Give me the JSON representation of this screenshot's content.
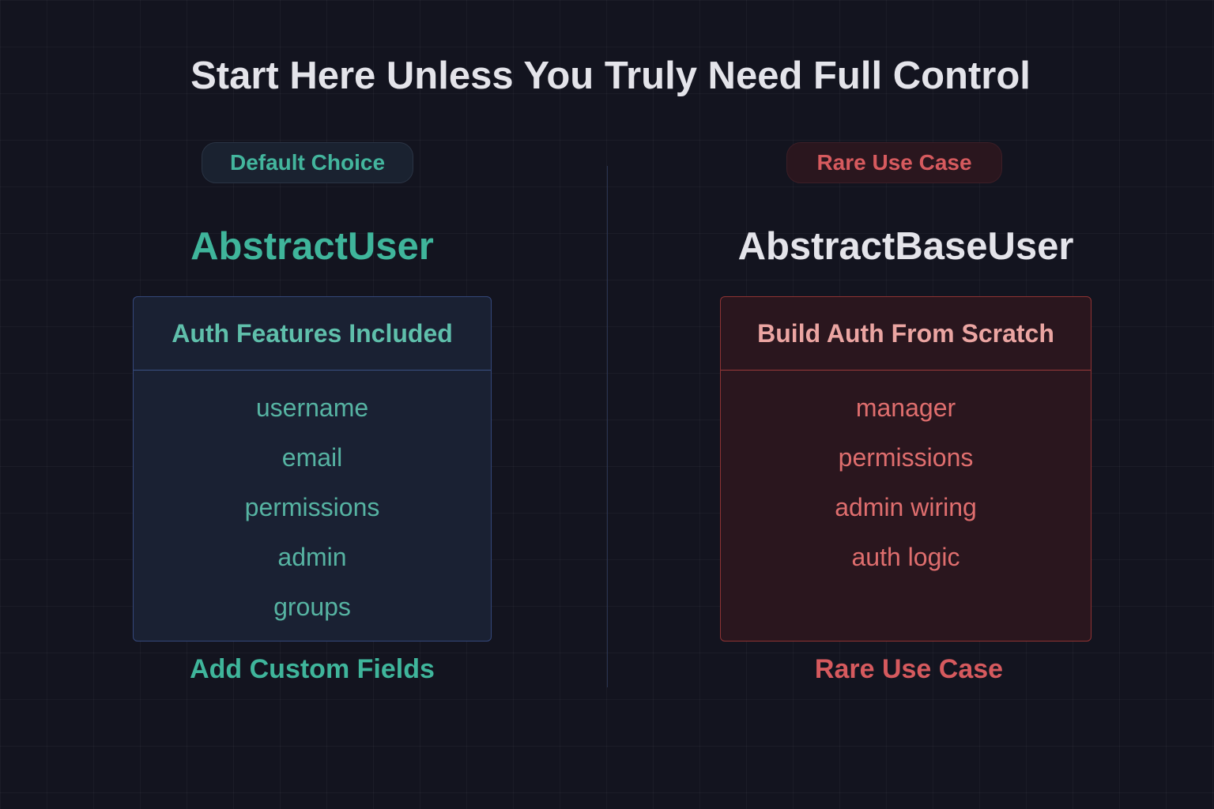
{
  "title": "Start Here Unless You Truly Need Full Control",
  "left": {
    "badge": "Default Choice",
    "heading": "AbstractUser",
    "card_title": "Auth Features Included",
    "items": [
      "username",
      "email",
      "permissions",
      "admin",
      "groups"
    ],
    "footer": "Add Custom Fields",
    "accent": "#3fb59b"
  },
  "right": {
    "badge": "Rare Use Case",
    "heading": "AbstractBaseUser",
    "card_title": "Build Auth From Scratch",
    "items": [
      "manager",
      "permissions",
      "admin wiring",
      "auth logic"
    ],
    "footer": "Rare Use Case",
    "accent": "#d65a5e"
  }
}
